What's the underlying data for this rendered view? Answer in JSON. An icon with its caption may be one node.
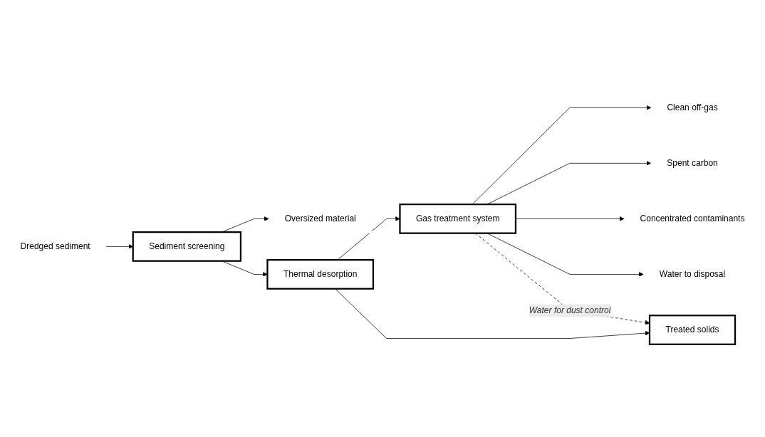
{
  "diagram": {
    "nodes": [
      {
        "text": [
          "Dredged sediment"
        ]
      },
      {
        "text": [
          "Sediment screening"
        ]
      },
      {
        "text": [
          "Oversized material"
        ]
      },
      {
        "text": [
          "Thermal desorption"
        ]
      },
      {
        "text": [
          "Gas treatment system"
        ]
      },
      {
        "text": [
          "Clean off-gas"
        ]
      },
      {
        "text": [
          "Spent carbon"
        ]
      },
      {
        "text": [
          "Concentrated contaminants"
        ]
      },
      {
        "text": [
          "Water to disposal"
        ]
      },
      {
        "text": [
          "Treated solids"
        ]
      }
    ],
    "edges": [
      {
        "from": 0,
        "to": 1,
        "arrow": "to"
      },
      {
        "from": 1,
        "to": 2,
        "arrow": "to"
      },
      {
        "from": 1,
        "to": 3,
        "arrow": "to"
      },
      {
        "from": 3,
        "to": 4,
        "arrow": "to"
      },
      {
        "from": 4,
        "to": 5,
        "arrow": "to"
      },
      {
        "from": 4,
        "to": 6,
        "arrow": "to"
      },
      {
        "from": 4,
        "to": 7,
        "arrow": "to"
      },
      {
        "from": 4,
        "to": 8,
        "arrow": "to"
      },
      {
        "from": 3,
        "to": 9,
        "arrow": "to"
      },
      {
        "from": 4,
        "to": 9,
        "arrow": "to",
        "style": "dashed",
        "label": "Water for dust control"
      }
    ]
  }
}
